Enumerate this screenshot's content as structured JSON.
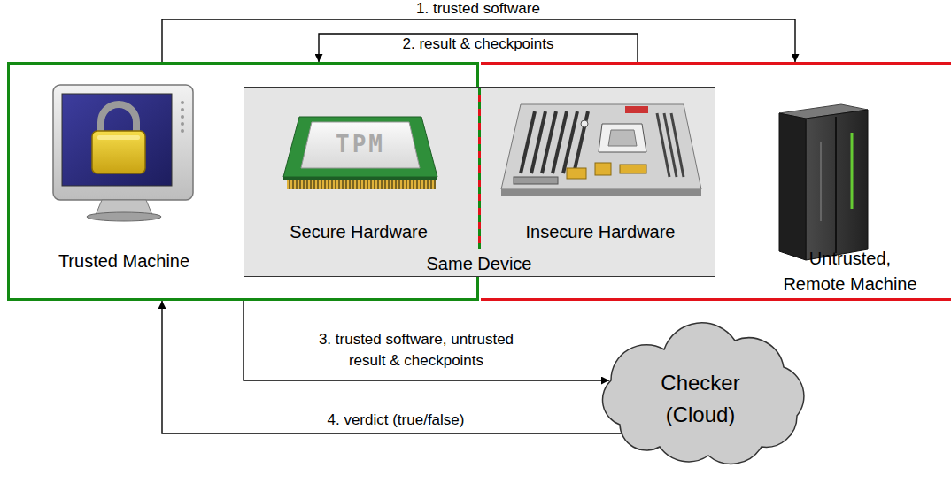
{
  "diagram": {
    "nodes": [
      {
        "text": [
          "Trusted Machine"
        ]
      },
      {
        "text": [
          "Same Device"
        ]
      },
      {
        "text": [
          "Secure Hardware"
        ],
        "in": 1
      },
      {
        "text": [
          "Insecure Hardware"
        ],
        "in": 1
      },
      {
        "text": [
          "Untrusted, Remote Machine"
        ]
      },
      {
        "text": [
          "Checker (Cloud)"
        ]
      }
    ],
    "edges": [
      {
        "from": 0,
        "to": 4,
        "label": "1. trusted software",
        "arrow": "to"
      },
      {
        "from": 4,
        "to": 0,
        "label": "2. result & checkpoints",
        "arrow": "to"
      },
      {
        "from": 0,
        "to": 5,
        "label": "3. trusted software, untrusted result & checkpoints",
        "arrow": "to"
      },
      {
        "from": 5,
        "to": 0,
        "label": "4. verdict (true/false)",
        "arrow": "to"
      }
    ],
    "labels": [
      "TPM"
    ]
  }
}
